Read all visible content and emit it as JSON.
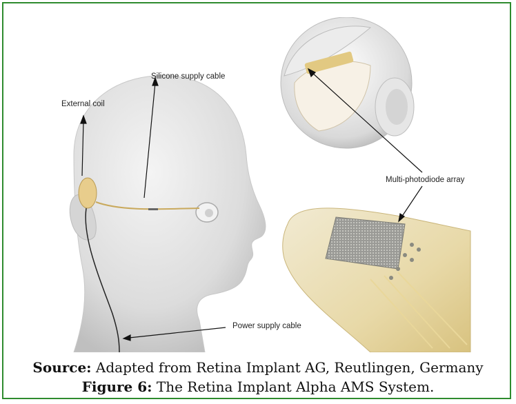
{
  "labels": {
    "silicone_cable": "Silicone supply cable",
    "external_coil": "External coil",
    "photodiode_array": "Multi-photodiode array",
    "power_cable": "Power supply cable"
  },
  "caption": {
    "source_prefix": "Source:",
    "source_text": " Adapted from Retina Implant AG, Reutlingen, Germany",
    "figure_prefix": "Figure 6:",
    "figure_text": " The Retina Implant Alpha AMS System."
  },
  "colors": {
    "frame_border": "#2e8b2e",
    "implant_gold": "#d9b86a",
    "skin": "#e6e6e6"
  }
}
